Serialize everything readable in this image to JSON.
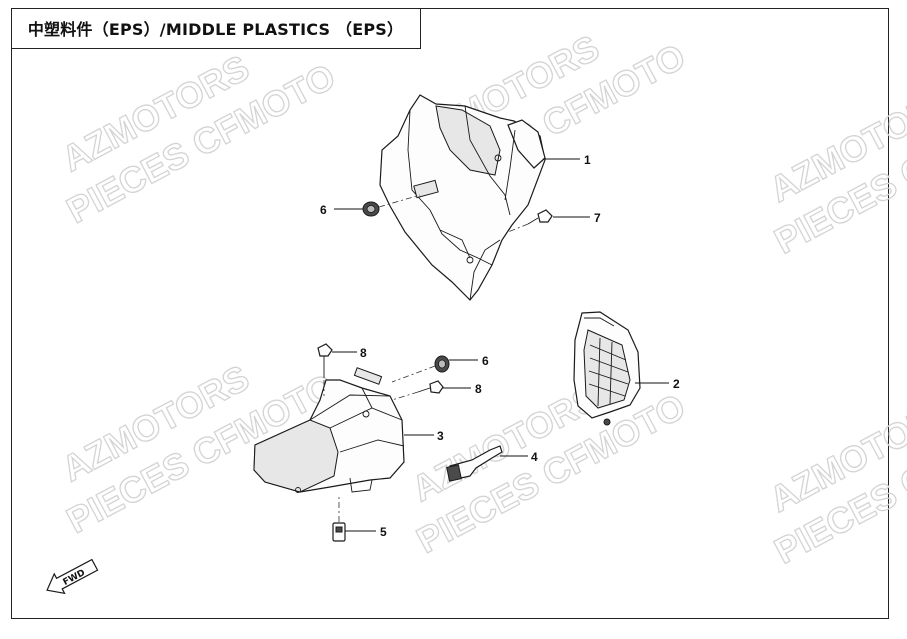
{
  "title": "中塑料件（EPS）/MIDDLE PLASTICS （EPS）",
  "watermark": {
    "line1": "AZMOTORS",
    "line2": "PIECES CFMOTO"
  },
  "callouts": [
    {
      "id": "1",
      "label": "1"
    },
    {
      "id": "2",
      "label": "2"
    },
    {
      "id": "3",
      "label": "3"
    },
    {
      "id": "4",
      "label": "4"
    },
    {
      "id": "5",
      "label": "5"
    },
    {
      "id": "6a",
      "label": "6"
    },
    {
      "id": "6b",
      "label": "6"
    },
    {
      "id": "7",
      "label": "7"
    },
    {
      "id": "8a",
      "label": "8"
    },
    {
      "id": "8b",
      "label": "8"
    }
  ],
  "fwd_label": "FWD",
  "colors": {
    "line": "#1a1a1a",
    "watermark": "#d4d4d4",
    "background": "#ffffff"
  }
}
